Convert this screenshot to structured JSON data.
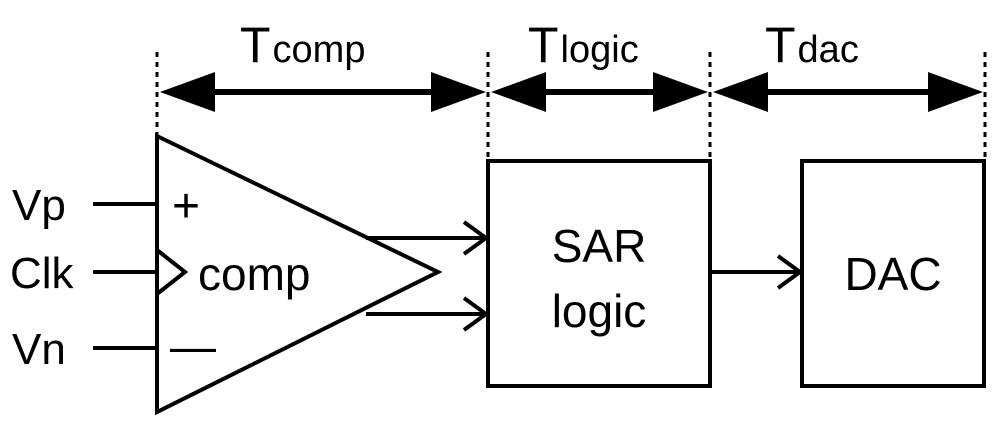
{
  "timing": [
    {
      "main": "T",
      "sub": "comp"
    },
    {
      "main": "T",
      "sub": "logic"
    },
    {
      "main": "T",
      "sub": "dac"
    }
  ],
  "inputs": {
    "vp": "Vp",
    "clk": "Clk",
    "vn": "Vn"
  },
  "comparator": {
    "label": "comp",
    "plus": "+",
    "minus": "—"
  },
  "sar": {
    "line1": "SAR",
    "line2": "logic"
  },
  "dac": {
    "label": "DAC"
  }
}
